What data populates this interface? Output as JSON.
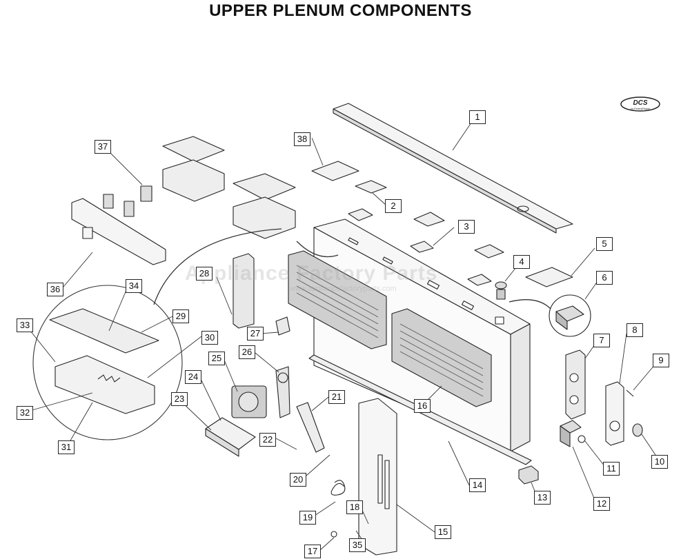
{
  "title": "UPPER PLENUM COMPONENTS",
  "logo": {
    "text": "DCS",
    "subtext": "by Fisher&Paykel"
  },
  "watermark": {
    "text": "Appliance Factory Parts",
    "subtext": "www.appliancefactoryparts.com"
  },
  "callouts": [
    "1",
    "2",
    "3",
    "4",
    "5",
    "6",
    "7",
    "8",
    "9",
    "10",
    "11",
    "12",
    "13",
    "14",
    "15",
    "16",
    "17",
    "18",
    "19",
    "20",
    "21",
    "22",
    "23",
    "24",
    "25",
    "26",
    "27",
    "28",
    "29",
    "30",
    "31",
    "32",
    "33",
    "34",
    "35",
    "36",
    "37",
    "38"
  ]
}
